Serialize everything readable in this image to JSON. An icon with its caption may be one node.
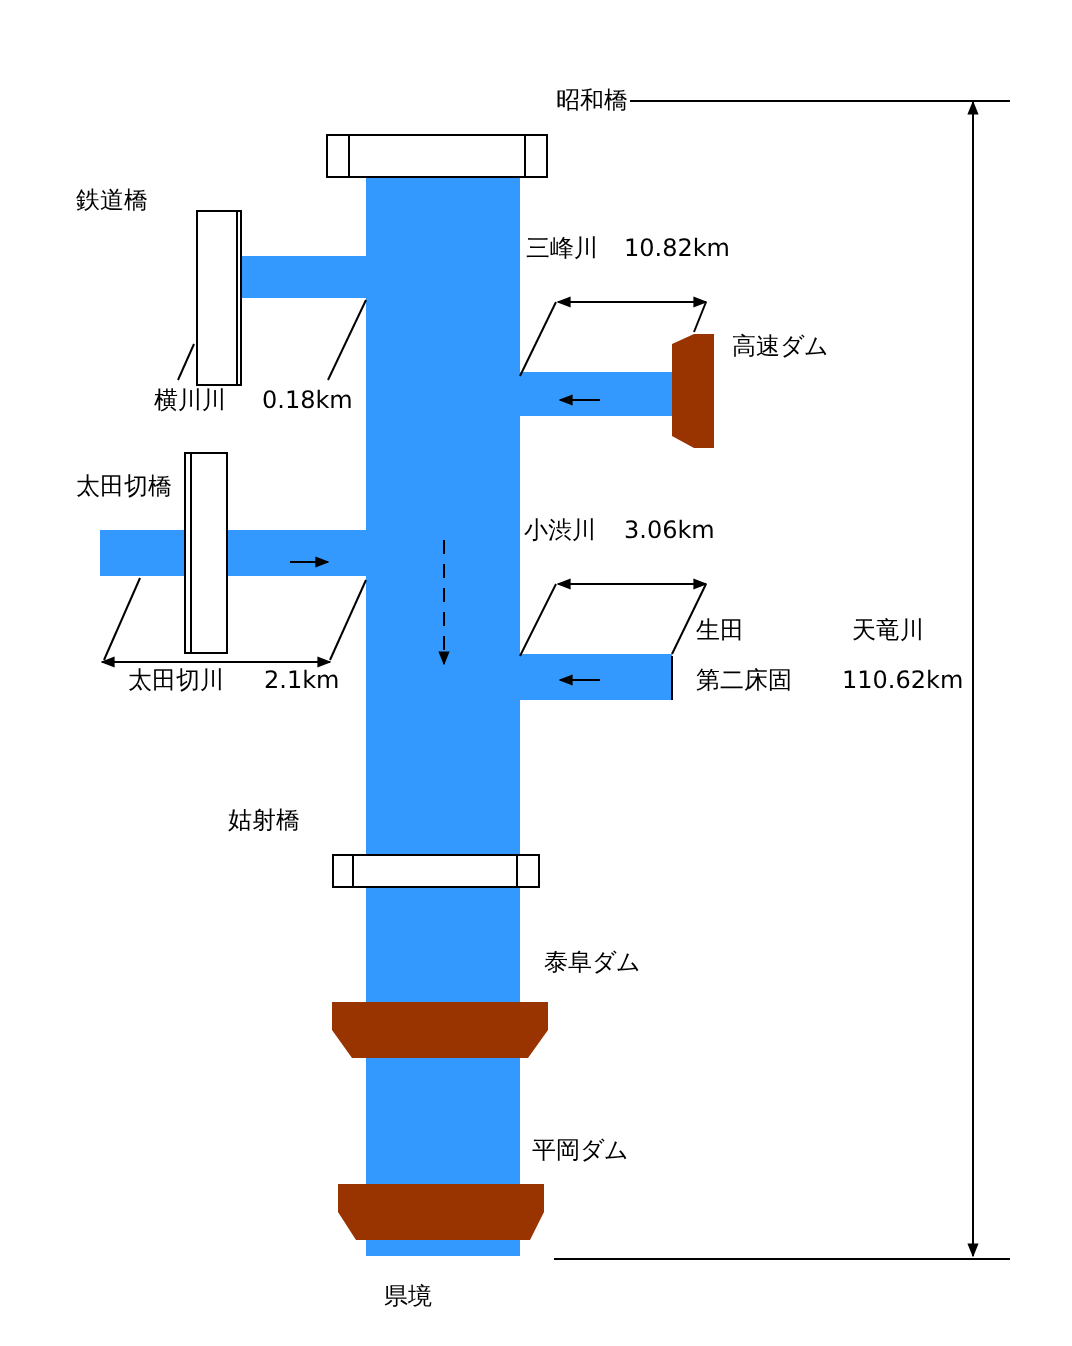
{
  "diagram": {
    "labels": [
      "昭和橋",
      "鉄道橋",
      "三峰川",
      "10.82km",
      "高速ダム",
      "横川川",
      "0.18km",
      "太田切橋",
      "小渋川",
      "3.06km",
      "生田",
      "天竜川",
      "太田切川",
      "2.1km",
      "第二床固",
      "110.62km",
      "姑射橋",
      "泰阜ダム",
      "平岡ダム",
      "県境"
    ]
  }
}
